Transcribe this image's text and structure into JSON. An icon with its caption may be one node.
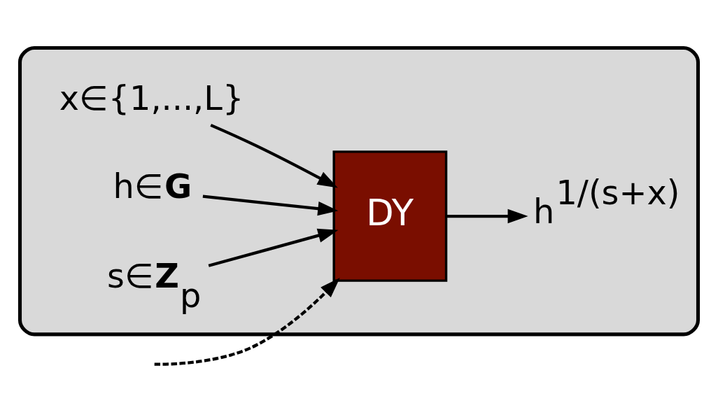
{
  "diagram": {
    "nodes": [
      {
        "text": [],
        "shape": "box"
      },
      {
        "text": [
          "x∈{1,...,L}"
        ],
        "in": 0
      },
      {
        "text": [
          "h∈**G**"
        ],
        "in": 0
      },
      {
        "text": [
          "s∈**Z**$_{p}$"
        ],
        "in": 0
      },
      {
        "text": [
          "DY"
        ],
        "in": 0
      },
      {
        "text": [
          "h$^{1/(s+x)}$"
        ],
        "in": 0
      }
    ],
    "edges": [
      {
        "from": 1,
        "to": 4,
        "arrow": "to"
      },
      {
        "from": 2,
        "to": 4,
        "arrow": "to"
      },
      {
        "from": 3,
        "to": 4,
        "arrow": "to"
      },
      {
        "from": 4,
        "to": 5,
        "arrow": "to"
      },
      {
        "from": null,
        "to": 4,
        "arrow": "to",
        "style": "dashed"
      }
    ]
  }
}
